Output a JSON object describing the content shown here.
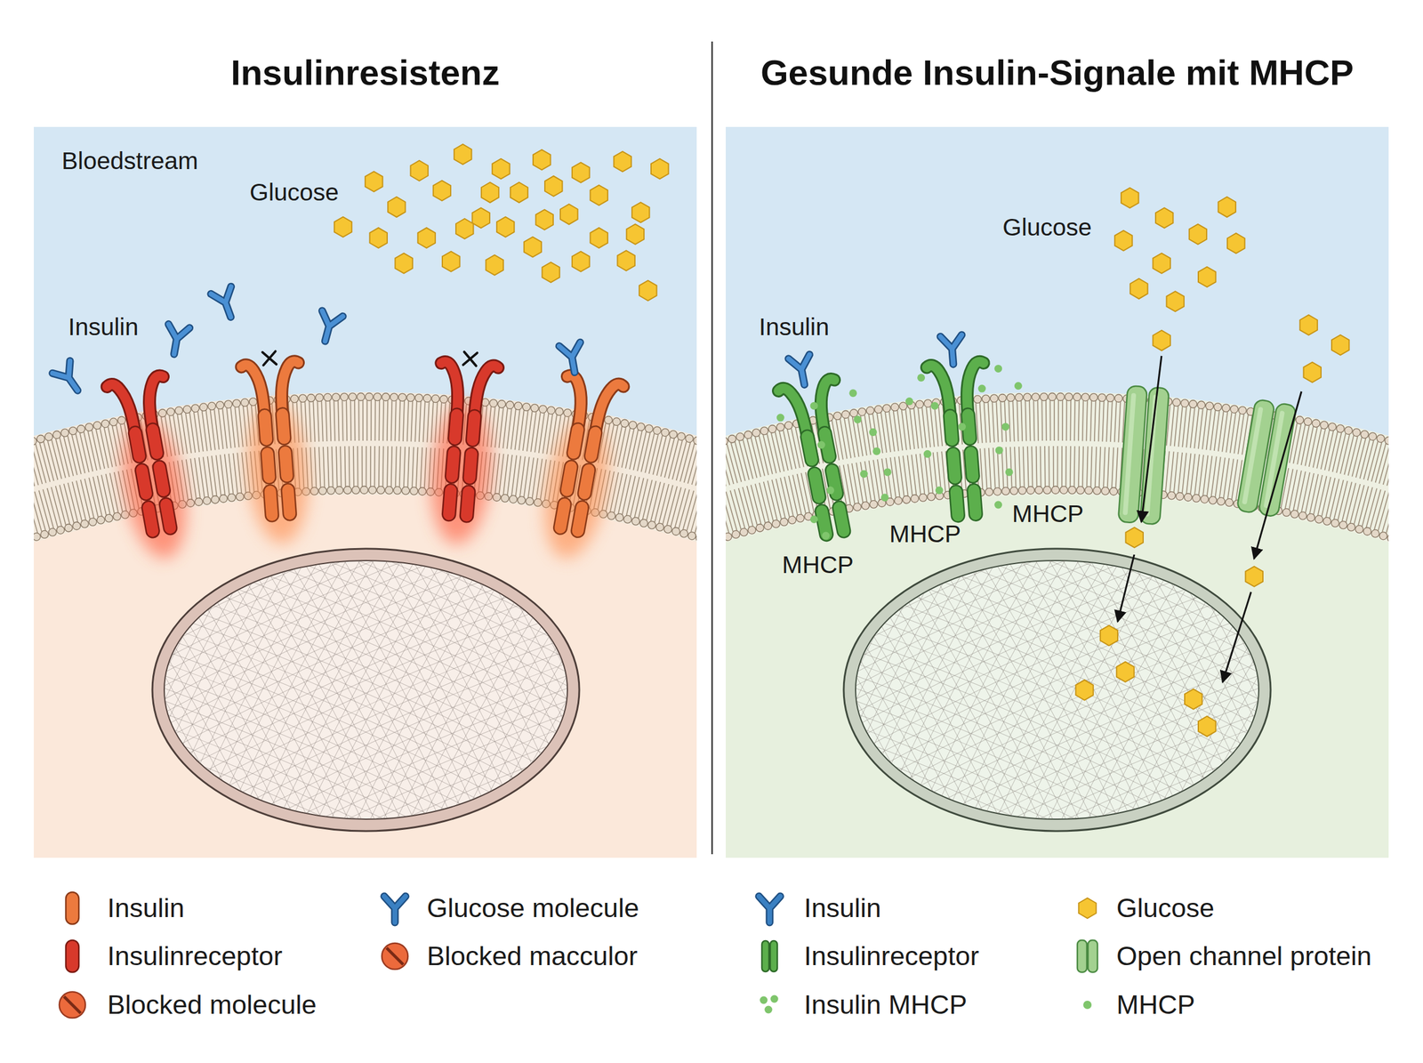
{
  "diagram": {
    "nodes": [
      {
        "text": [
          "Insulinresistenz"
        ]
      },
      {
        "text": [
          "Gesunde Insulin-Signale mit MHCP"
        ]
      }
    ],
    "labels": [
      "Bloedstream",
      "Glucose",
      "Insulin",
      "Glucose",
      "Insulin",
      "MHCP",
      "MHCP",
      "MHCP"
    ],
    "legend": [
      {
        "text": "Insulin",
        "color": "#ec7a3e"
      },
      {
        "text": "Insulinreceptor",
        "color": "#d8392b"
      },
      {
        "text": "Blocked molecule",
        "color": "#ec6a3c"
      },
      {
        "text": "Glucose molecule",
        "color": "#3a80c2"
      },
      {
        "text": "Blocked macculor",
        "color": "#ec6a3c"
      },
      {
        "text": "Insulin",
        "color": "#3a80c2"
      },
      {
        "text": "Insulinreceptor",
        "color": "#5caf4c"
      },
      {
        "text": "Insulin MHCP",
        "color": "#7fc56c"
      },
      {
        "text": "Glucose",
        "color": "#f6c532"
      },
      {
        "text": "Open channel protein",
        "color": "#a3d190"
      },
      {
        "text": "MHCP",
        "color": "#7fc56c"
      }
    ]
  }
}
